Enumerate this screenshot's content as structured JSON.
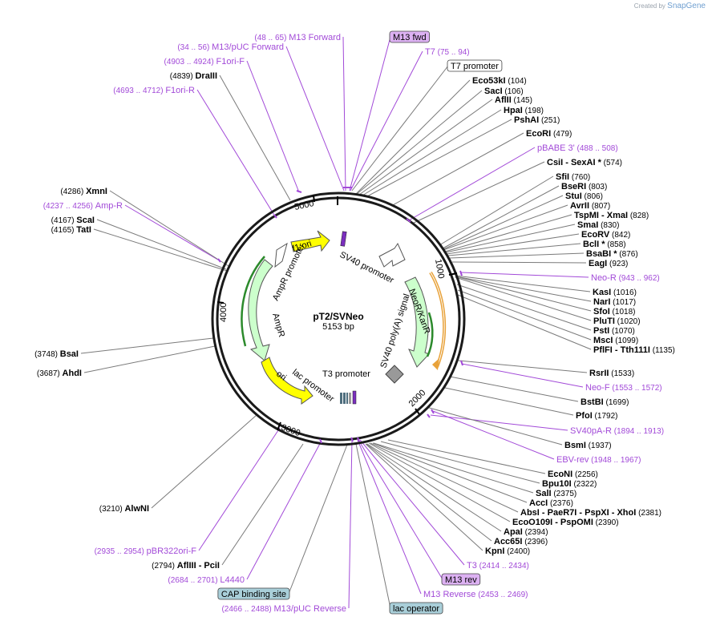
{
  "watermark": {
    "prefix": "Created by",
    "product": "SnapGene"
  },
  "plasmid": {
    "name": "pT2/SVNeo",
    "length": "5153 bp"
  },
  "ticks": [
    "1000",
    "2000",
    "3000",
    "4000",
    "5000"
  ],
  "features": {
    "f1_ori": "f1 ori",
    "ampr_promoter": "AmpR promoter",
    "ampr": "AmpR",
    "ori": "ori",
    "lac_promoter": "lac promoter",
    "t3_promoter": "T3 promoter",
    "sv40_promoter": "SV40 promoter",
    "neor": "NeoR/KanR",
    "sv40_polya": "SV40 poly(A) signal"
  },
  "labels": [
    {
      "id": "m13fwd-box",
      "text": "M13 fwd",
      "kind": "box",
      "style": "purple"
    },
    {
      "id": "m13-forward",
      "text": "M13 Forward",
      "pos": "(48 .. 65)",
      "kind": "primer"
    },
    {
      "id": "m13puc-forward",
      "text": "M13/pUC Forward",
      "pos": "(34 .. 56)",
      "kind": "primer"
    },
    {
      "id": "t7-primer",
      "text": "T7",
      "pos": "(75 .. 94)",
      "kind": "primer"
    },
    {
      "id": "t7-promoter-box",
      "text": "T7 promoter",
      "kind": "box",
      "style": "white"
    },
    {
      "id": "f1ori-f",
      "text": "F1ori-F",
      "pos": "(4903 .. 4924)",
      "kind": "primer"
    },
    {
      "id": "draiii",
      "text": "DraIII",
      "pos": "(4839)",
      "kind": "site"
    },
    {
      "id": "f1ori-r",
      "text": "F1ori-R",
      "pos": "(4693 .. 4712)",
      "kind": "primer"
    },
    {
      "id": "eco53ki",
      "text": "Eco53kI",
      "pos": "(104)",
      "kind": "site"
    },
    {
      "id": "saci",
      "text": "SacI",
      "pos": "(106)",
      "kind": "site"
    },
    {
      "id": "afliii-145",
      "text": "AflII",
      "pos": "(145)",
      "kind": "site"
    },
    {
      "id": "hpai",
      "text": "HpaI",
      "pos": "(198)",
      "kind": "site"
    },
    {
      "id": "pshai",
      "text": "PshAI",
      "pos": "(251)",
      "kind": "site"
    },
    {
      "id": "ecori",
      "text": "EcoRI",
      "pos": "(479)",
      "kind": "site"
    },
    {
      "id": "pbabe3",
      "text": "pBABE 3'",
      "pos": "(488 .. 508)",
      "kind": "primer"
    },
    {
      "id": "csii",
      "text": "CsiI",
      "sep": " - ",
      "text2": "SexAI *",
      "pos": "(574)",
      "kind": "site"
    },
    {
      "id": "sfii",
      "text": "SfiI",
      "pos": "(760)",
      "kind": "site"
    },
    {
      "id": "bseri",
      "text": "BseRI",
      "pos": "(803)",
      "kind": "site"
    },
    {
      "id": "stui",
      "text": "StuI",
      "pos": "(806)",
      "kind": "site"
    },
    {
      "id": "avrii",
      "text": "AvrII",
      "pos": "(807)",
      "kind": "site"
    },
    {
      "id": "tspmi",
      "text": "TspMI",
      "sep": " - ",
      "text2": "XmaI",
      "pos": "(828)",
      "kind": "site"
    },
    {
      "id": "smai",
      "text": "SmaI",
      "pos": "(830)",
      "kind": "site"
    },
    {
      "id": "ecorv",
      "text": "EcoRV",
      "pos": "(842)",
      "kind": "site"
    },
    {
      "id": "bcli",
      "text": "BclI *",
      "pos": "(858)",
      "kind": "site"
    },
    {
      "id": "bsabi",
      "text": "BsaBI *",
      "pos": "(876)",
      "kind": "site"
    },
    {
      "id": "eagi",
      "text": "EagI",
      "pos": "(923)",
      "kind": "site"
    },
    {
      "id": "neo-r",
      "text": "Neo-R",
      "pos": "(943 .. 962)",
      "kind": "primer"
    },
    {
      "id": "kasi",
      "text": "KasI",
      "pos": "(1016)",
      "kind": "site"
    },
    {
      "id": "nari",
      "text": "NarI",
      "pos": "(1017)",
      "kind": "site"
    },
    {
      "id": "sfoi",
      "text": "SfoI",
      "pos": "(1018)",
      "kind": "site"
    },
    {
      "id": "pluti",
      "text": "PluTI",
      "pos": "(1020)",
      "kind": "site"
    },
    {
      "id": "psti",
      "text": "PstI",
      "pos": "(1070)",
      "kind": "site"
    },
    {
      "id": "msci",
      "text": "MscI",
      "pos": "(1099)",
      "kind": "site"
    },
    {
      "id": "pflfi",
      "text": "PflFI",
      "sep": " - ",
      "text2": "Tth111I",
      "pos": "(1135)",
      "kind": "site"
    },
    {
      "id": "rsrii",
      "text": "RsrII",
      "pos": "(1533)",
      "kind": "site"
    },
    {
      "id": "neo-f",
      "text": "Neo-F",
      "pos": "(1553 .. 1572)",
      "kind": "primer"
    },
    {
      "id": "bstbi",
      "text": "BstBI",
      "pos": "(1699)",
      "kind": "site"
    },
    {
      "id": "pfoi",
      "text": "PfoI",
      "pos": "(1792)",
      "kind": "site"
    },
    {
      "id": "sv40pa-r",
      "text": "SV40pA-R",
      "pos": "(1894 .. 1913)",
      "kind": "primer"
    },
    {
      "id": "bsmi",
      "text": "BsmI",
      "pos": "(1937)",
      "kind": "site"
    },
    {
      "id": "ebv-rev",
      "text": "EBV-rev",
      "pos": "(1948 .. 1967)",
      "kind": "primer"
    },
    {
      "id": "econi",
      "text": "EcoNI",
      "pos": "(2256)",
      "kind": "site"
    },
    {
      "id": "bpu10i",
      "text": "Bpu10I",
      "pos": "(2322)",
      "kind": "site"
    },
    {
      "id": "sali",
      "text": "SalI",
      "pos": "(2375)",
      "kind": "site"
    },
    {
      "id": "acci",
      "text": "AccI",
      "pos": "(2376)",
      "kind": "site"
    },
    {
      "id": "absi",
      "text": "AbsI",
      "sep": " - ",
      "text2": "PaeR7I",
      "sep2": " - ",
      "text3": "PspXI",
      "sep3": " - ",
      "text4": "XhoI",
      "pos": "(2381)",
      "kind": "site"
    },
    {
      "id": "ecoo109i",
      "text": "EcoO109I",
      "sep": " - ",
      "text2": "PspOMI",
      "pos": "(2390)",
      "kind": "site"
    },
    {
      "id": "apai",
      "text": "ApaI",
      "pos": "(2394)",
      "kind": "site"
    },
    {
      "id": "acc65i",
      "text": "Acc65I",
      "pos": "(2396)",
      "kind": "site"
    },
    {
      "id": "kpni",
      "text": "KpnI",
      "pos": "(2400)",
      "kind": "site"
    },
    {
      "id": "t3-primer",
      "text": "T3",
      "pos": "(2414 .. 2434)",
      "kind": "primer"
    },
    {
      "id": "m13rev-box",
      "text": "M13 rev",
      "kind": "box",
      "style": "purple"
    },
    {
      "id": "m13-reverse",
      "text": "M13 Reverse",
      "pos": "(2453 .. 2469)",
      "kind": "primer"
    },
    {
      "id": "lac-operator-box",
      "text": "lac operator",
      "kind": "box",
      "style": "teal"
    },
    {
      "id": "m13puc-reverse",
      "text": "M13/pUC Reverse",
      "pos": "(2466 .. 2488)",
      "kind": "primer"
    },
    {
      "id": "cap-box",
      "text": "CAP binding site",
      "kind": "box",
      "style": "teal"
    },
    {
      "id": "l4440",
      "text": "L4440",
      "pos": "(2684 .. 2701)",
      "kind": "primer"
    },
    {
      "id": "afliii-2794",
      "text": "AflIII",
      "sep": " - ",
      "text2": "PciI",
      "pos": "(2794)",
      "kind": "site"
    },
    {
      "id": "pbr322ori-f",
      "text": "pBR322ori-F",
      "pos": "(2935 .. 2954)",
      "kind": "primer"
    },
    {
      "id": "alwni",
      "text": "AlwNI",
      "pos": "(3210)",
      "kind": "site"
    },
    {
      "id": "ahdi",
      "text": "AhdI",
      "pos": "(3687)",
      "kind": "site"
    },
    {
      "id": "bsai",
      "text": "BsaI",
      "pos": "(3748)",
      "kind": "site"
    },
    {
      "id": "tati",
      "text": "TatI",
      "pos": "(4165)",
      "kind": "site"
    },
    {
      "id": "scai",
      "text": "ScaI",
      "pos": "(4167)",
      "kind": "site"
    },
    {
      "id": "amp-r",
      "text": "Amp-R",
      "pos": "(4237 .. 4256)",
      "kind": "primer"
    },
    {
      "id": "xmni",
      "text": "XmnI",
      "pos": "(4286)",
      "kind": "site"
    }
  ]
}
